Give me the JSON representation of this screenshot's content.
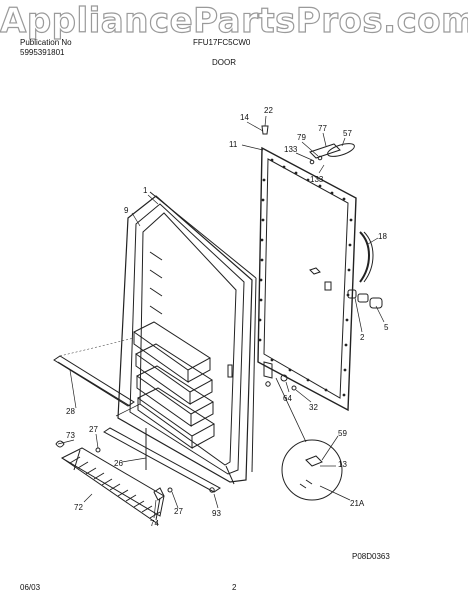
{
  "watermark": "AppliancePartsPros.com",
  "header": {
    "publication_label": "Publication No",
    "publication_number": "5995391801",
    "model": "FFU17FC5CW0",
    "section": "DOOR"
  },
  "footer": {
    "date": "06/03",
    "page": "2",
    "drawing_id": "P08D0363"
  },
  "callouts": {
    "c1": "1",
    "c9": "9",
    "c11": "11",
    "c14": "14",
    "c22": "22",
    "c79": "79",
    "c77": "77",
    "c57": "57",
    "c133a": "133",
    "c133b": "133",
    "c18": "18",
    "c5": "5",
    "c2": "2",
    "c64": "64",
    "c32": "32",
    "c28": "28",
    "c27a": "27",
    "c73": "73",
    "c26": "26",
    "c27b": "27",
    "c72": "72",
    "c74": "74",
    "c93": "93",
    "c59": "59",
    "c13": "13",
    "c21a": "21A"
  }
}
